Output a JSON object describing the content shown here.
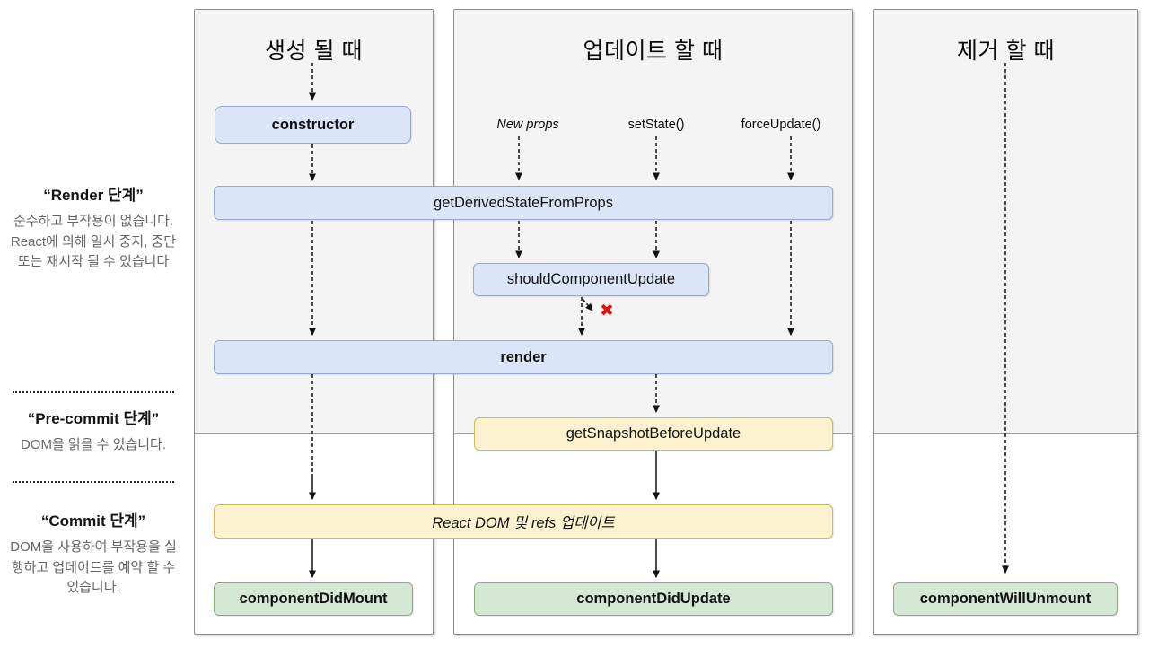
{
  "diagram": {
    "columns": [
      {
        "title": "생성 될 때"
      },
      {
        "title": "업데이트 할 때"
      },
      {
        "title": "제거 할 때"
      }
    ],
    "phases": [
      {
        "title": "“Render 단계”",
        "description": "순수하고 부작용이 없습니다. React에 의해 일시 중지, 중단 또는 재시작 될 수 있습니다"
      },
      {
        "title": "“Pre-commit 단계”",
        "description": "DOM을 읽을 수 있습니다."
      },
      {
        "title": "“Commit 단계”",
        "description": "DOM을 사용하여 부작용을 실행하고 업데이트를 예약 할 수 있습니다."
      }
    ],
    "triggers": [
      {
        "label": "New props"
      },
      {
        "label": "setState()"
      },
      {
        "label": "forceUpdate()"
      }
    ],
    "nodes": {
      "constructor": "constructor",
      "getDerivedStateFromProps": "getDerivedStateFromProps",
      "shouldComponentUpdate": "shouldComponentUpdate",
      "render": "render",
      "getSnapshotBeforeUpdate": "getSnapshotBeforeUpdate",
      "reactDomUpdate": "React DOM 및 refs 업데이트",
      "componentDidMount": "componentDidMount",
      "componentDidUpdate": "componentDidUpdate",
      "componentWillUnmount": "componentWillUnmount"
    },
    "icons": {
      "cancel": "✖"
    },
    "colors": {
      "panel_bg": "#f4f4f4",
      "node_blue_bg": "#dbe5f8",
      "node_blue_border": "#96a9d2",
      "node_yellow_bg": "#fdf2cf",
      "node_yellow_border": "#d6b656",
      "node_green_bg": "#d5e8d4",
      "node_green_border": "#8cab7d",
      "cancel_red": "#e01212"
    }
  }
}
